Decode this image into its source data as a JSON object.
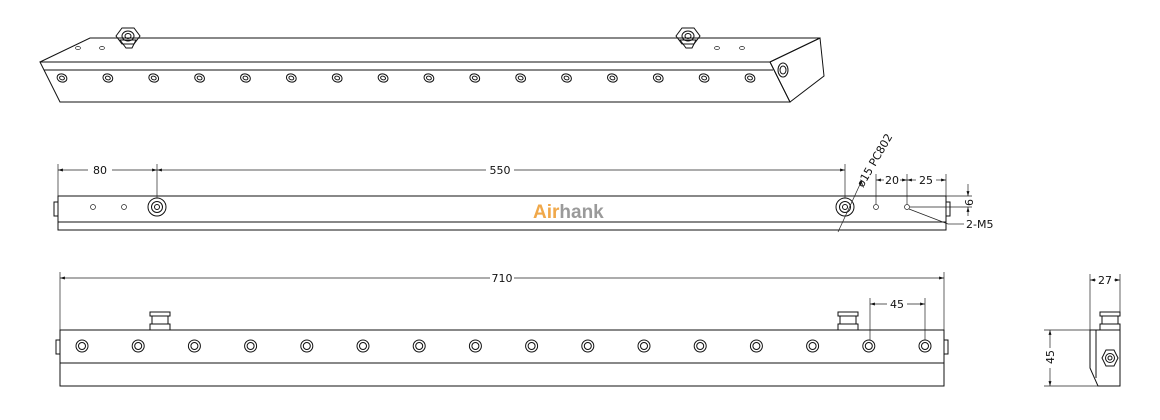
{
  "brand": {
    "left": "Air",
    "right": "hank",
    "color_left": "#f0a84a",
    "color_right": "#9a9a9a"
  },
  "front_view_dims": {
    "inlet_offset": "80",
    "inlet_spacing": "550",
    "fitting": "ø15 PC802",
    "end_hole_a": "20",
    "end_hole_b": "25",
    "end_hole_height": "6",
    "thread": "2-M5"
  },
  "side_view_dims": {
    "length": "710",
    "nozzle_pitch": "45"
  },
  "end_view_dims": {
    "width": "27",
    "height": "45"
  },
  "nozzle_count": 16,
  "colors": {
    "line": "#111111"
  }
}
